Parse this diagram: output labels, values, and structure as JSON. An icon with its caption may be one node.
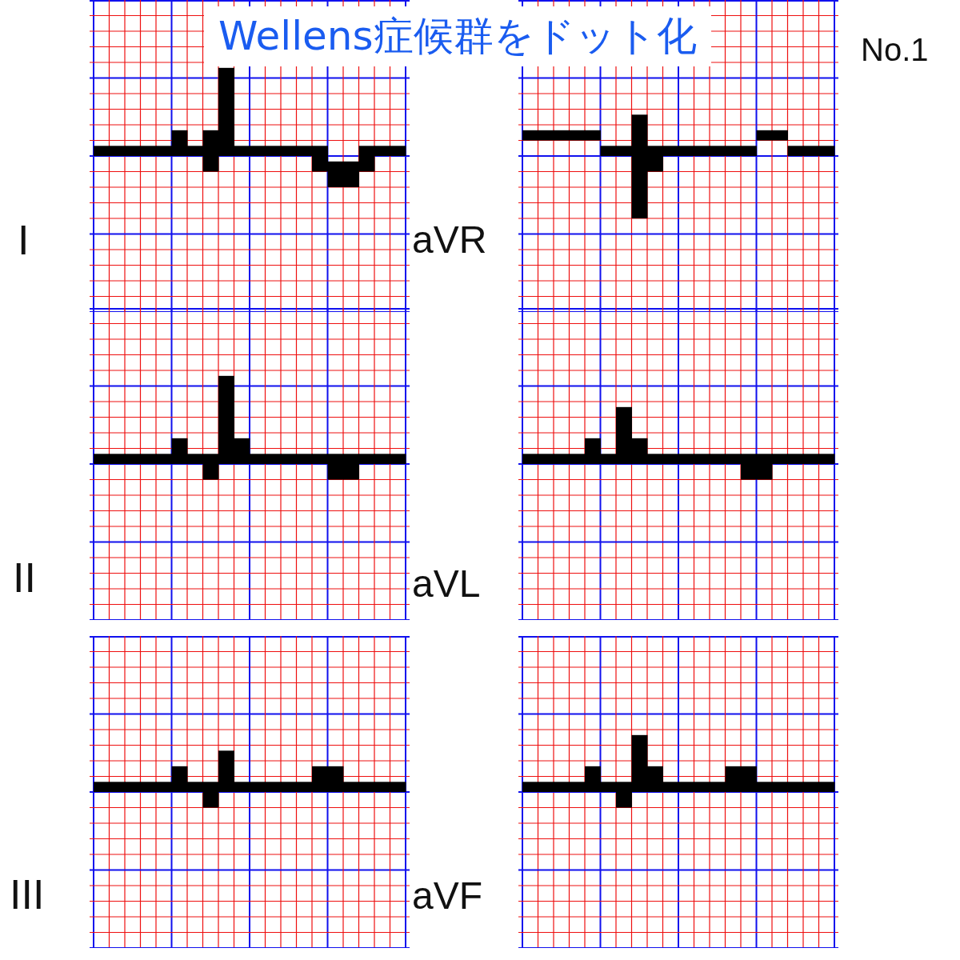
{
  "diagram": {
    "title": "Wellens症候群をドット化",
    "labels": [
      "No.1",
      "I",
      "aVR",
      "II",
      "aVL",
      "III",
      "aVF"
    ]
  }
}
